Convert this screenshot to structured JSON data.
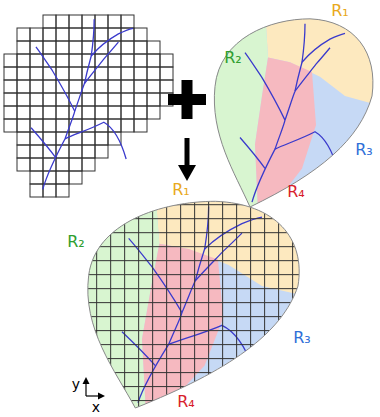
{
  "diagram": {
    "labels": [
      "R₁",
      "R₂",
      "R₃",
      "R₄",
      "R₁",
      "R₂",
      "R₃",
      "R₄",
      "y",
      "x"
    ]
  }
}
